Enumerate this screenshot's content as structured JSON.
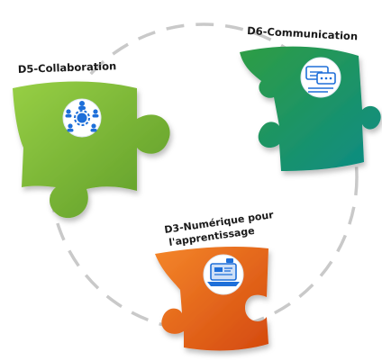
{
  "pieces": {
    "d5": {
      "label": "D5-Collaboration",
      "icon": "collaboration-network-icon",
      "color_light": "#8cc63f",
      "color_dark": "#5e9a2a"
    },
    "d6": {
      "label": "D6-Communication",
      "icon": "chat-bubbles-icon",
      "color_light": "#2f9e4a",
      "color_dark": "#0f8a7a"
    },
    "d3": {
      "label_line1": "D3-Numérique pour",
      "label_line2": "l'apprentissage",
      "icon": "laptop-learning-icon",
      "color_light": "#f07b1f",
      "color_dark": "#d84e0f"
    }
  },
  "colors": {
    "ring": "#c8c8c8",
    "badge_bg": "#ffffff",
    "icon_blue": "#1e6fd9"
  }
}
